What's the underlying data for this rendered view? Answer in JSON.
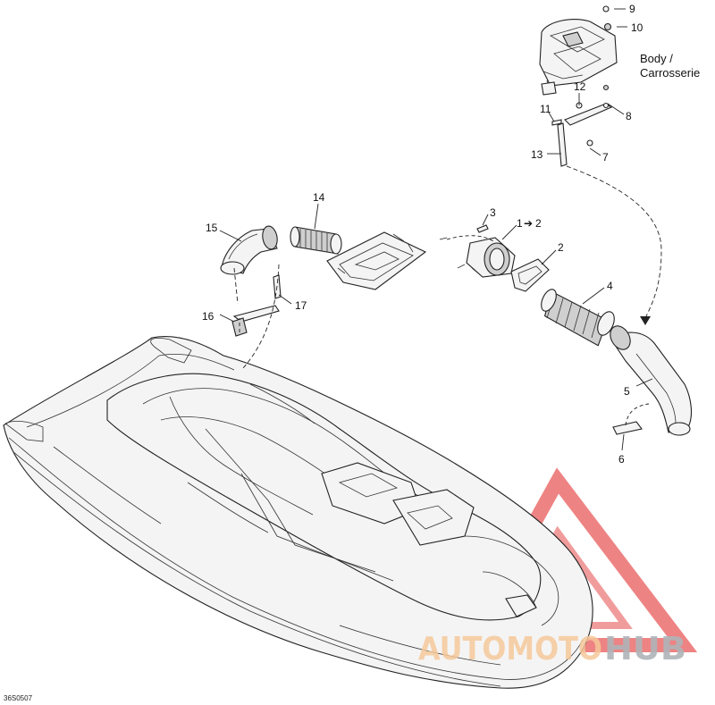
{
  "callouts": {
    "c1": "1",
    "c1_arrow": "➔",
    "c1_ref": "2",
    "c2": "2",
    "c3": "3",
    "c4": "4",
    "c5": "5",
    "c6": "6",
    "c7": "7",
    "c8": "8",
    "c9": "9",
    "c10": "10",
    "c11": "11",
    "c12": "12",
    "c13": "13",
    "c14": "14",
    "c15": "15",
    "c16": "16",
    "c17": "17"
  },
  "body_label": {
    "line1": "Body /",
    "line2": "Carrosserie"
  },
  "diagram_code": "36S0507",
  "watermark": {
    "part1": "AUTOMOTO",
    "part2": "HUB",
    "color_primary": "#e85a5a",
    "color_secondary": "#f5a05a",
    "color_gray": "#9aa0a4"
  }
}
